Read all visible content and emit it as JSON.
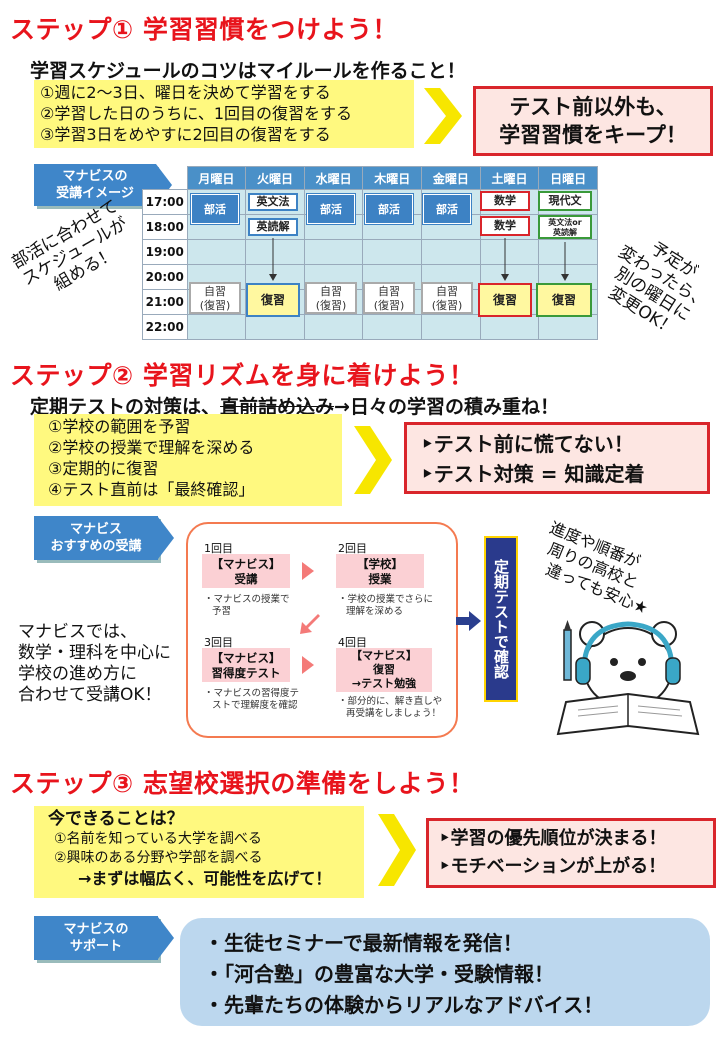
{
  "step1": {
    "heading": "ステップ① 学習習慣をつけよう！",
    "subtitle": "学習スケジュールのコツはマイルールを作ること！",
    "tips": [
      "①週に2〜3日、曜日を決めて学習をする",
      "②学習した日のうちに、1回目の復習をする",
      "③学習3日をめやすに2回目の復習をする"
    ],
    "result": [
      "テスト前以外も、",
      "学習習慣をキープ！"
    ],
    "tag": [
      "マナビスの",
      "受講イメージ"
    ],
    "left_note": [
      "部活に合わせて",
      "スケジュールが",
      "組める！"
    ],
    "right_note": [
      "予定が",
      "変わったら、",
      "別の曜日に",
      "変更OK！"
    ],
    "schedule": {
      "days": [
        "月曜日",
        "火曜日",
        "水曜日",
        "木曜日",
        "金曜日",
        "土曜日",
        "日曜日"
      ],
      "times": [
        "17:00",
        "18:00",
        "19:00",
        "20:00",
        "21:00",
        "22:00"
      ],
      "events": {
        "club": "部活",
        "english_grammar": "英文法",
        "english_reading": "英読解",
        "math": "数学",
        "modern_jp": "現代文",
        "eng_or_reading": [
          "英文法or",
          "英読解"
        ],
        "review": "復習",
        "self_study": [
          "自習",
          "(復習)"
        ]
      }
    }
  },
  "step2": {
    "heading": "ステップ② 学習リズムを身に着けよう！",
    "subtitle_pre": "定期テストの対策は、",
    "subtitle_strike": "直前詰め込み",
    "subtitle_post": "→日々の学習の積み重ね！",
    "tips": [
      "①学校の範囲を予習",
      "②学校の授業で理解を深める",
      "③定期的に復習",
      "④テスト直前は「最終確認」"
    ],
    "result": [
      "‣テスト前に慌てない！",
      "‣テスト対策 = 知識定着"
    ],
    "tag": [
      "マナビス",
      "おすすめの受講"
    ],
    "left_note": [
      "マナビスでは、",
      "数学・理科を中心に",
      "学校の進め方に",
      "合わせて受講OK！"
    ],
    "flow": [
      {
        "num": "1回目",
        "title": [
          "【マナビス】",
          "受講"
        ],
        "desc": [
          "・マナビスの授業で",
          "予習"
        ]
      },
      {
        "num": "2回目",
        "title": [
          "【学校】",
          "授業"
        ],
        "desc": [
          "・学校の授業でさらに",
          "理解を深める"
        ]
      },
      {
        "num": "3回目",
        "title": [
          "【マナビス】",
          "習得度テスト"
        ],
        "desc": [
          "・マナビスの習得度テ",
          "ストで理解度を確認"
        ]
      },
      {
        "num": "4回目",
        "title": [
          "【マナビス】",
          "復習",
          "→テスト勉強"
        ],
        "desc": [
          "・部分的に、解き直しや",
          "再受講をしましょう！"
        ]
      }
    ],
    "final_box": "定期テストで確認",
    "bear_note": [
      "進度や順番が",
      "周りの高校と",
      "違っても安心★"
    ]
  },
  "step3": {
    "heading": "ステップ③ 志望校選択の準備をしよう！",
    "question": "今できることは？",
    "tips": [
      "①名前を知っている大学を調べる",
      "②興味のある分野や学部を調べる"
    ],
    "conclusion": "→まずは幅広く、可能性を広げて！",
    "result": [
      "‣学習の優先順位が決まる！",
      "‣モチベーションが上がる！"
    ],
    "tag": [
      "マナビスの",
      "サポート"
    ],
    "support": [
      "・生徒セミナーで最新情報を発信！",
      "・「河合塾」の豊富な大学・受験情報！",
      "・先輩たちの体験からリアルなアドバイス！"
    ]
  },
  "colors": {
    "heading": "#e8141c",
    "tag": "#3f86c9",
    "yellow": "#fff97f",
    "chevron": "#f7e600",
    "redbox_border": "#d9252b",
    "support_bg": "#bcd7ee"
  }
}
